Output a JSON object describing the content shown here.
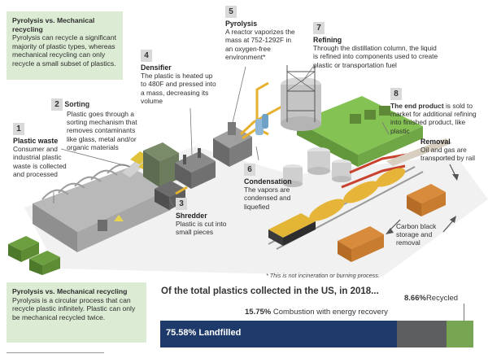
{
  "callout_top": {
    "title": "Pyrolysis vs. Mechanical recycling",
    "body": "Pyrolysis can recycle a significant majority of plastic types, whereas mechanical recycling can only recycle a small subset of plastics."
  },
  "callout_bottom": {
    "title": "Pyrolysis vs. Mechanical recycling",
    "body": "Pyrolysis is a circular process that can recycle plastic infinitely. Plastic can only be mechanical recycled twice."
  },
  "steps": [
    {
      "num": "1",
      "title": "Plastic waste",
      "text": "Consumer and industrial plastic waste is collected and processed"
    },
    {
      "num": "2",
      "title": "Sorting",
      "text": "Plastic goes through a sorting mechanism that removes contaminants like glass, metal and/or organic materials"
    },
    {
      "num": "3",
      "title": "Shredder",
      "text": "Plastic is cut into small pieces"
    },
    {
      "num": "4",
      "title": "Densifier",
      "text": "The plastic is heated up to 480F and pressed into a mass, decreasing its volume"
    },
    {
      "num": "5",
      "title": "Pyrolysis",
      "text": "A reactor vaporizes the mass at 752-1292F in an oxygen-free environment*"
    },
    {
      "num": "6",
      "title": "Condensation",
      "text": "The vapors are condensed and liquefied"
    },
    {
      "num": "7",
      "title": "Refining",
      "text": "Through the distillation column, the liquid is refined into components used to create plastic or transportation fuel"
    },
    {
      "num": "8",
      "title": "The end product",
      "text": "is sold to market for additional refining into finished product, like plastic"
    }
  ],
  "removal": {
    "title": "Removal",
    "text": "Oil and gas are transported by rail"
  },
  "carbon_black": "Carbon black storage and removal",
  "footnote": "* This is not incineration or burning process.",
  "stats": {
    "title": "Of the total plastics collected in the US, in 2018...",
    "landfilled": {
      "pct": "75.58%",
      "label": "Landfilled",
      "value": 75.58
    },
    "combustion": {
      "pct": "15.75%",
      "label": "Combustion with energy recovery",
      "value": 15.75
    },
    "recycled": {
      "pct": "8.66%",
      "label": "Recycled",
      "value": 8.66
    }
  },
  "colors": {
    "callout_bg": "#dcebd4",
    "landfill": "#1d3a6a",
    "combustion": "#5c5e60",
    "recycled": "#77a551",
    "roof_green": "#7fbf4b",
    "pipe_yellow": "#e6b22e"
  }
}
